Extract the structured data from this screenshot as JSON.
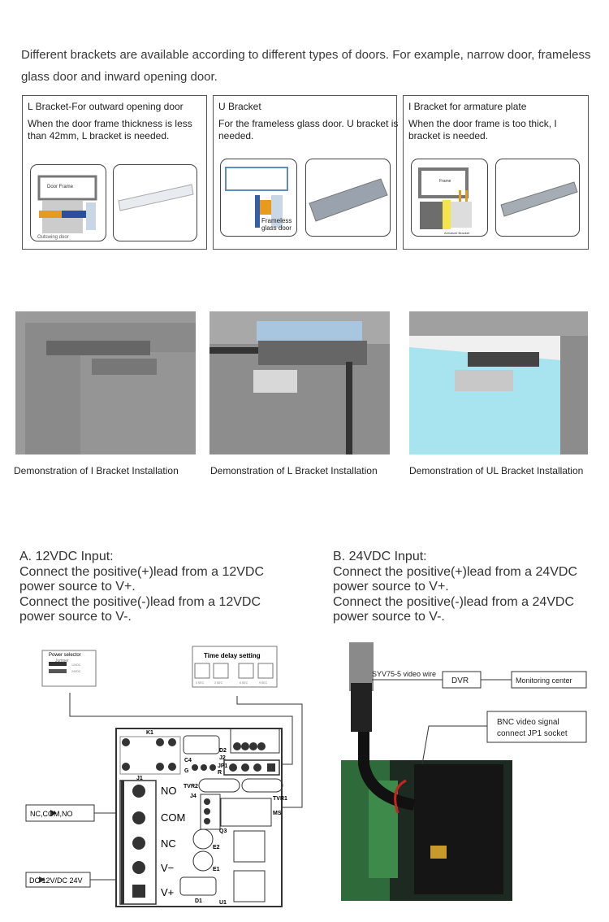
{
  "intro": "Different brackets are available according to different types of doors. For example, narrow door, frameless glass door and inward opening door.",
  "brackets": [
    {
      "title": "L Bracket-For outward opening door",
      "desc": "When the door frame thickness is less than 42mm, L bracket is needed.",
      "labels": [
        "Door Frame",
        "Outswing door"
      ]
    },
    {
      "title": "U Bracket",
      "desc": "For the frameless glass door. U bracket is needed.",
      "labels": [
        "Frameless",
        "glass door"
      ]
    },
    {
      "title": "I Bracket for armature plate",
      "desc": "When the door frame is too thick, I bracket is needed.",
      "labels": [
        "Frame",
        "Armature Bracket"
      ]
    }
  ],
  "demos": [
    {
      "caption": "Demonstration of I Bracket Installation"
    },
    {
      "caption": "Demonstration of L Bracket Installation"
    },
    {
      "caption": "Demonstration of UL Bracket Installation"
    }
  ],
  "section_a": {
    "title": "A. 12VDC Input:",
    "line1": "Connect the positive(+)lead from a 12VDC power source to V+.",
    "line2": "Connect the positive(-)lead from a 12VDC power source to V-."
  },
  "section_b": {
    "title": "B. 24VDC Input:",
    "line1": "Connect the positive(+)lead from a 24VDC power source to V+.",
    "line2": "Connect the positive(-)lead from a 24VDC power source to V-."
  },
  "pcb": {
    "power_selector": "Power selector",
    "jumper": "Jumper",
    "v12": "12VDC",
    "v24": "24VDC",
    "time_delay": "Time delay setting",
    "delays": [
      "0 SEC",
      "3 SEC",
      "6 SEC",
      "9 SEC"
    ],
    "terminals": [
      "NO",
      "COM",
      "NC",
      "V−",
      "V+"
    ],
    "components": {
      "k1": "K1",
      "j1": "J1",
      "d2": "D2",
      "j2": "J2",
      "c4": "C4",
      "jp1": "JP1",
      "g": "G",
      "r": "R",
      "tvr2": "TVR2",
      "j4": "J4",
      "tvr1": "TVR1",
      "ms": "MS",
      "q3": "Q3",
      "e2": "E2",
      "e1": "E1",
      "d1": "D1",
      "u1": "U1"
    },
    "nc_com_no": "NC,COM,NO",
    "dc_input": "DC 12V/DC 24V"
  },
  "video": {
    "wire": "SYV75-5 video wire",
    "dvr": "DVR",
    "monitoring": "Monitoring center",
    "bnc_line1": "BNC video signal",
    "bnc_line2": "connect JP1 socket"
  }
}
